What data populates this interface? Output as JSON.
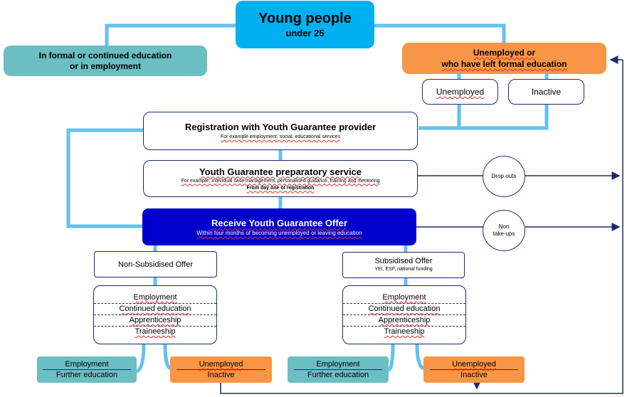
{
  "top": {
    "title": "Young people",
    "subtitle": "under 25"
  },
  "in_education": {
    "line1": "In formal or continued education",
    "line2": "or in employment"
  },
  "unemployed_left": {
    "line1": "Unemployed or",
    "line2": "who have left formal education"
  },
  "unemployed_box": "Unemployed",
  "inactive_box": "Inactive",
  "registration": {
    "title": "Registration with Youth Guarantee provider",
    "sub": "For example employment, social, educational services"
  },
  "preparatory": {
    "title": "Youth Guarantee preparatory service",
    "sub1": "For example: individual case management, personalised guidance, training and mentoring",
    "sub2": "From day one of registration"
  },
  "receive_offer": {
    "title": "Receive Youth Guarantee Offer",
    "sub": "Within four months of becoming unemployed or leaving education"
  },
  "drop_outs": "Drop outs",
  "non_takeups": {
    "line1": "Non",
    "line2": "take-ups"
  },
  "non_subsidised": "Non-Subsidised Offer",
  "subsidised": {
    "title": "Subsidised Offer",
    "sub": "YEI, ESF, national funding"
  },
  "options": [
    "Employment",
    "Continued education",
    "Apprenticeship",
    "Traineeship"
  ],
  "outcome_positive": {
    "line1": "Employment",
    "line2": "Further education"
  },
  "outcome_negative": {
    "line1": "Unemployed",
    "line2": "Inactive"
  },
  "colors": {
    "light_blue": "#62C1EE",
    "cyan": "#00B0F0",
    "teal": "#6BBFC3",
    "orange": "#F79646",
    "navy": "#0000CC",
    "arrow": "#1F2A6B"
  }
}
